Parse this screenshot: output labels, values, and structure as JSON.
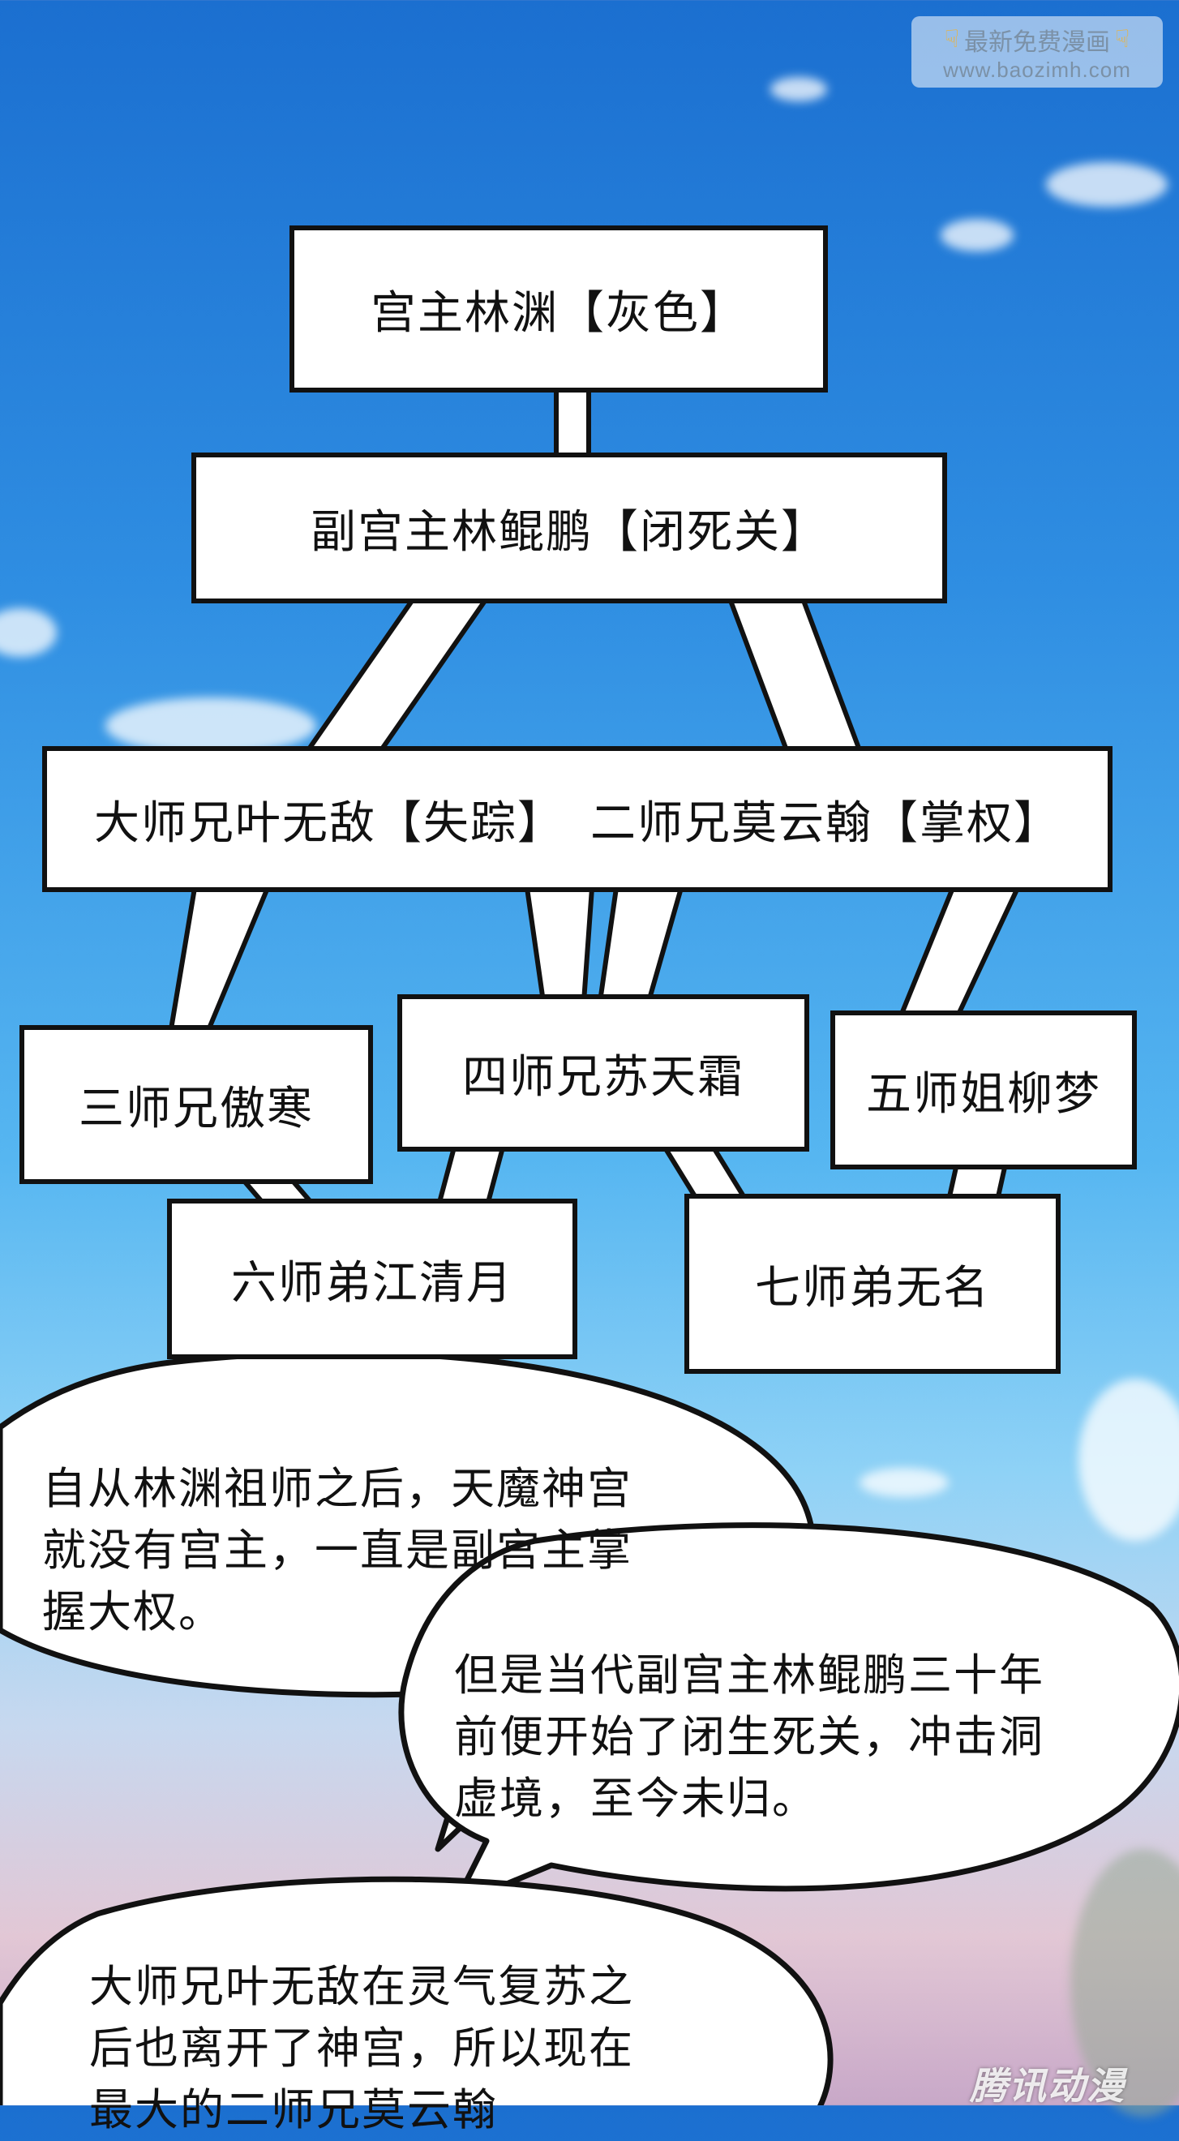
{
  "watermark": {
    "line1": "最新免费漫画",
    "line2": "www.baozimh.com",
    "icon": "pointing-hand-icon"
  },
  "chart": {
    "node_palace_master": "宫主林渊【灰色】",
    "node_vice_master": "副宫主林鲲鹏【闭死关】",
    "node_first_brother": "大师兄叶无敌【失踪】",
    "node_second_brother": "二师兄莫云翰【掌权】",
    "node_third_brother": "三师兄傲寒",
    "node_fourth_brother": "四师兄苏天霜",
    "node_fifth_sister": "五师姐柳梦",
    "node_sixth_brother": "六师弟江清月",
    "node_seventh_brother": "七师弟无名"
  },
  "bubbles": {
    "bubble1": "自从林渊祖师之后，天魔神宫\n就没有宫主，一直是副宫主掌\n握大权。",
    "bubble2": "但是当代副宫主林鲲鹏三十年\n前便开始了闭生死关，冲击洞\n虚境，至今未归。",
    "bubble3": "大师兄叶无敌在灵气复苏之\n后也离开了神宫，所以现在\n最大的二师兄莫云翰"
  },
  "corner_logo": "腾讯动漫",
  "colors": {
    "border": "#111111",
    "box_fill": "#ffffff"
  }
}
